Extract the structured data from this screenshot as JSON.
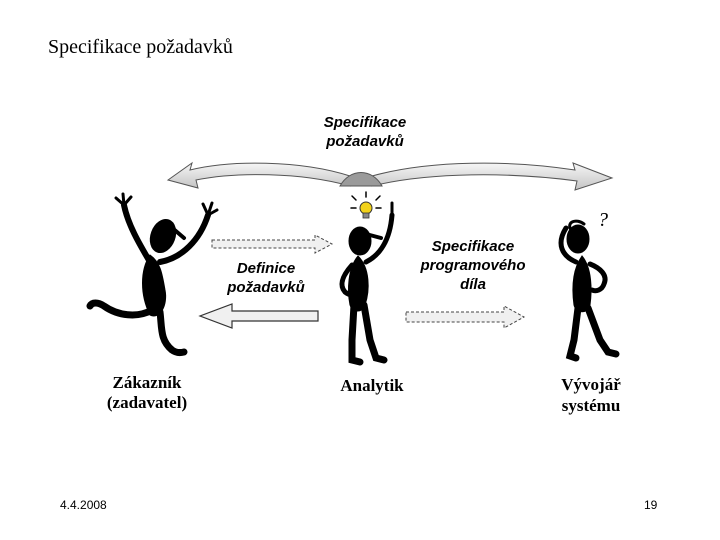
{
  "slide": {
    "title": "Specifikace požadavků",
    "date": "4.4.2008",
    "page_number": "19"
  },
  "diagram": {
    "top_arrow_label": [
      "Specifikace",
      "požadavků"
    ],
    "left_arrow_label": [
      "Definice",
      "požadavků"
    ],
    "right_arrow_label": [
      "Specifikace",
      "programového",
      "díla"
    ],
    "figures": {
      "customer": [
        "Zákazník",
        "(zadavatel)"
      ],
      "analyst": [
        "Analytik"
      ],
      "developer": [
        "Vývojář",
        "systému"
      ]
    },
    "question_mark": "?",
    "colors": {
      "figure": "#000000",
      "arrow_fill": "#e8e8e8",
      "arrow_dark": "#b8b8b8",
      "bulb": "#f2d21a"
    },
    "icons": [
      "lightbulb-icon",
      "question-mark-icon"
    ]
  }
}
